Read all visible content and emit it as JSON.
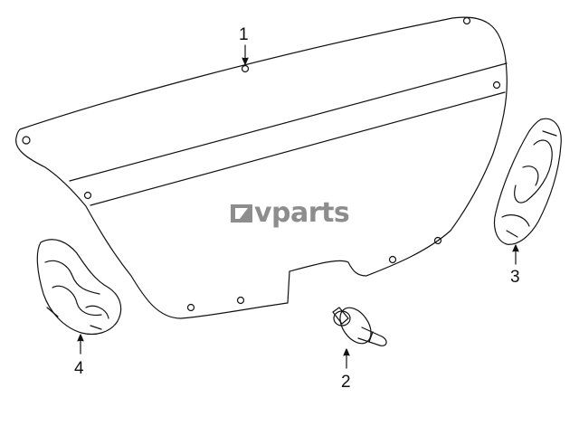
{
  "callouts": {
    "c1": "1",
    "c2": "2",
    "c3": "3",
    "c4": "4"
  },
  "watermark": {
    "text": "vparts"
  },
  "colors": {
    "line": "#111111",
    "watermark": "#8d8d8d"
  }
}
